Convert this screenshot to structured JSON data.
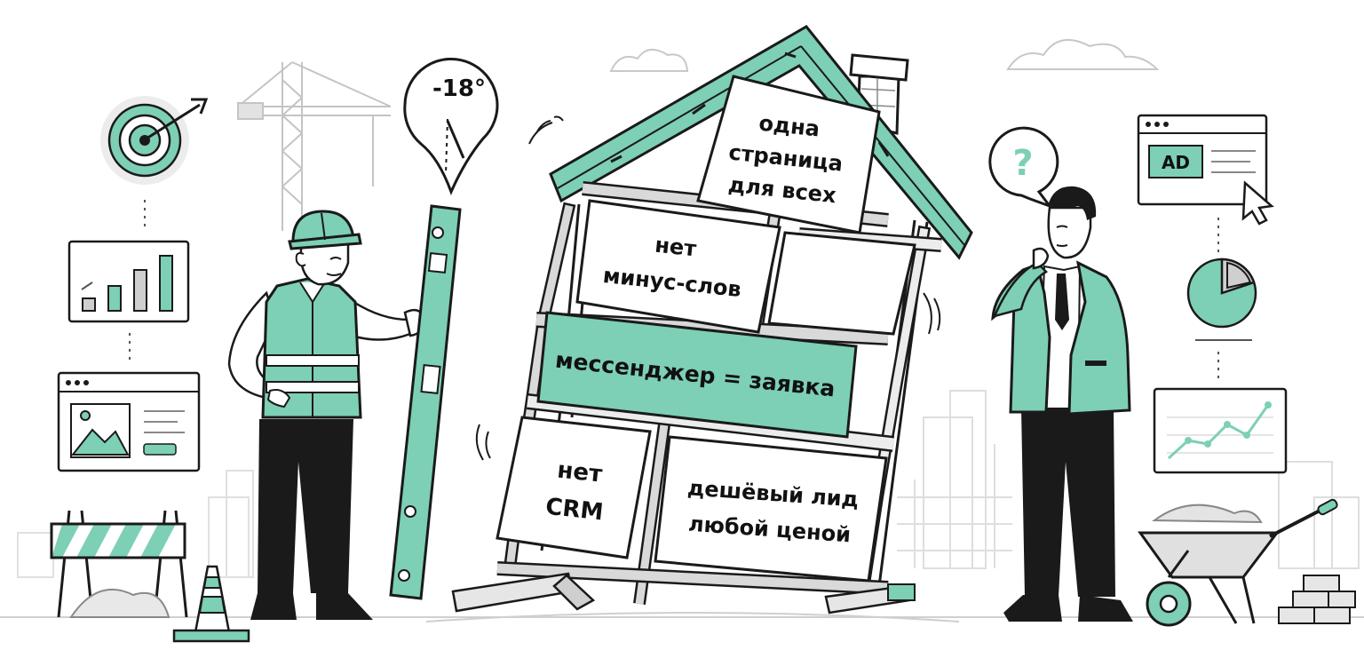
{
  "level_readout": "-18°",
  "question_mark": "?",
  "ad_label": "AD",
  "house_signs": {
    "roof": [
      "одна",
      "страница",
      "для всех"
    ],
    "left_middle": [
      "нет",
      "минус-слов"
    ],
    "banner": "мессенджер = заявка",
    "bottom_left": [
      "нет",
      "CRM"
    ],
    "bottom_right": [
      "дешёвый лид",
      "любой ценой"
    ]
  },
  "colors": {
    "accent": "#7dcfb6",
    "ink": "#1a1a1a",
    "light_gray": "#d9d9d9",
    "pale_gray": "#ececec",
    "paper": "#f7f7f7"
  }
}
